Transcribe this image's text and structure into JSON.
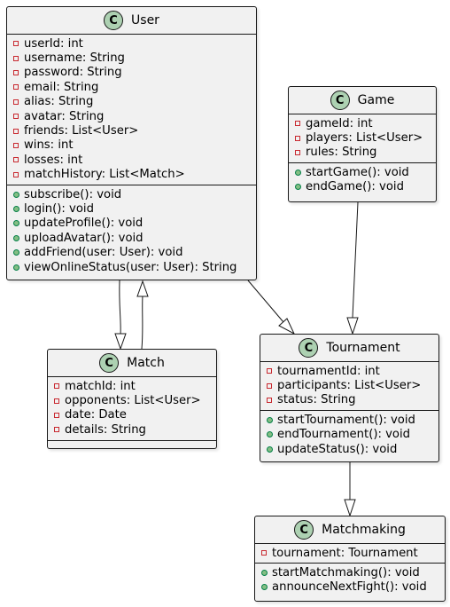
{
  "classes": {
    "user": {
      "name": "User",
      "stereotype": "C",
      "attributes": [
        "userId: int",
        "username: String",
        "password: String",
        "email: String",
        "alias: String",
        "avatar: String",
        "friends: List<User>",
        "wins: int",
        "losses: int",
        "matchHistory: List<Match>"
      ],
      "methods": [
        "subscribe(): void",
        "login(): void",
        "updateProfile(): void",
        "uploadAvatar(): void",
        "addFriend(user: User): void",
        "viewOnlineStatus(user: User): String"
      ]
    },
    "game": {
      "name": "Game",
      "stereotype": "C",
      "attributes": [
        "gameId: int",
        "players: List<User>",
        "rules: String"
      ],
      "methods": [
        "startGame(): void",
        "endGame(): void"
      ]
    },
    "match": {
      "name": "Match",
      "stereotype": "C",
      "attributes": [
        "matchId: int",
        "opponents: List<User>",
        "date: Date",
        "details: String"
      ],
      "methods": []
    },
    "tournament": {
      "name": "Tournament",
      "stereotype": "C",
      "attributes": [
        "tournamentId: int",
        "participants: List<User>",
        "status: String"
      ],
      "methods": [
        "startTournament(): void",
        "endTournament(): void",
        "updateStatus(): void"
      ]
    },
    "matchmaking": {
      "name": "Matchmaking",
      "stereotype": "C",
      "attributes": [
        "tournament: Tournament"
      ],
      "methods": [
        "startMatchmaking(): void",
        "announceNextFight(): void"
      ]
    }
  },
  "colors": {
    "class_fill": "#f1f1f1",
    "border": "#181818",
    "badge_fill": "#add1b2",
    "private_marker": "#c82930",
    "public_marker": "#84be84"
  }
}
